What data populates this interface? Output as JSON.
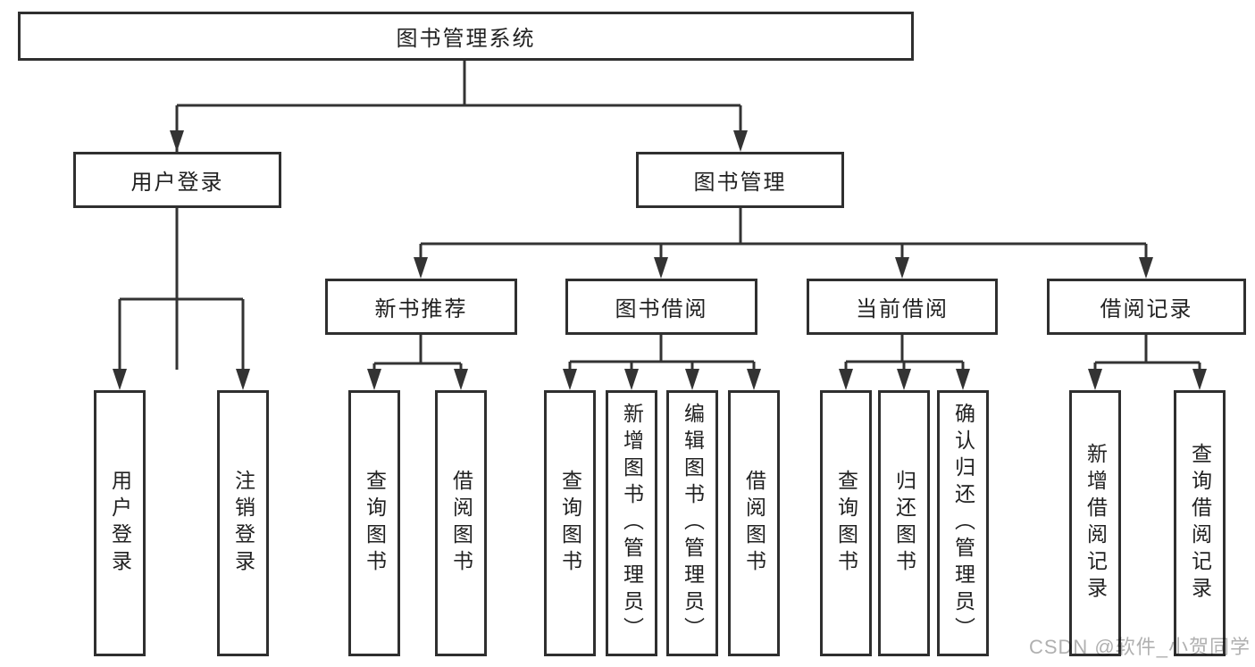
{
  "diagram": {
    "root": {
      "label": "图书管理系统"
    },
    "branches": [
      {
        "label": "用户登录",
        "children": [
          {
            "label": "用户登录"
          },
          {
            "label": "注销登录"
          }
        ]
      },
      {
        "label": "图书管理",
        "children": [
          {
            "label": "新书推荐",
            "children": [
              {
                "label": "查询图书"
              },
              {
                "label": "借阅图书"
              }
            ]
          },
          {
            "label": "图书借阅",
            "children": [
              {
                "label": "查询图书"
              },
              {
                "label": "新增图书（管理员）"
              },
              {
                "label": "编辑图书（管理员）"
              },
              {
                "label": "借阅图书"
              }
            ]
          },
          {
            "label": "当前借阅",
            "children": [
              {
                "label": "查询图书"
              },
              {
                "label": "归还图书"
              },
              {
                "label": "确认归还（管理员）"
              }
            ]
          },
          {
            "label": "借阅记录",
            "children": [
              {
                "label": "新增借阅记录"
              },
              {
                "label": "查询借阅记录"
              }
            ]
          }
        ]
      }
    ],
    "watermark": "CSDN @软件_小贺同学",
    "colors": {
      "line": "#333333",
      "border": "#2f2f2f",
      "text": "#212121",
      "background": "#ffffff",
      "watermark": "#b0b0b0"
    }
  }
}
